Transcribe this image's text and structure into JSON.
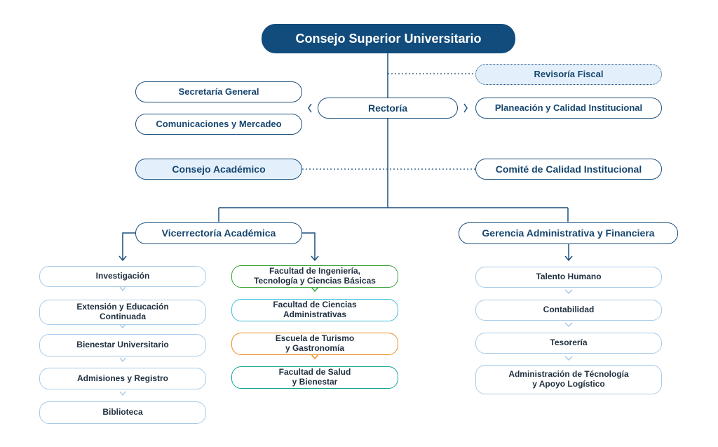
{
  "top": "Consejo Superior Universitario",
  "revisoria": "Revisoría Fiscal",
  "secretaria": "Secretaría General",
  "comunicaciones": "Comunicaciones y Mercadeo",
  "rectoria": "Rectoría",
  "planeacion": "Planeación y Calidad Institucional",
  "consejo_academico": "Consejo Académico",
  "comite_calidad": "Comité de Calidad Institucional",
  "vicerrectoria": "Vicerrectoría Académica",
  "gerencia": "Gerencia Administrativa y Financiera",
  "vice_left": [
    "Investigación",
    "Extensión y Educación\nContinuada",
    "Bienestar Universitario",
    "Admisiones y Registro",
    "Biblioteca"
  ],
  "faculties": [
    "Facultad de Ingeniería,\nTecnología y Ciencias Básicas",
    "Facultad de Ciencias\nAdministrativas",
    "Escuela de Turismo\ny Gastronomía",
    "Facultad de Salud\ny Bienestar"
  ],
  "gerencia_items": [
    "Talento Humano",
    "Contabilidad",
    "Tesorería",
    "Administración de Técnología\ny Apoyo Logístico"
  ],
  "colors": {
    "primary": "#114c7c",
    "line": "#1a4f7d",
    "light_border": "#a7cbea",
    "tint": "#e3f0fb",
    "green": "#3aa336",
    "cyan": "#3cc1d9",
    "orange": "#ee8c1e",
    "teal": "#14a395"
  }
}
